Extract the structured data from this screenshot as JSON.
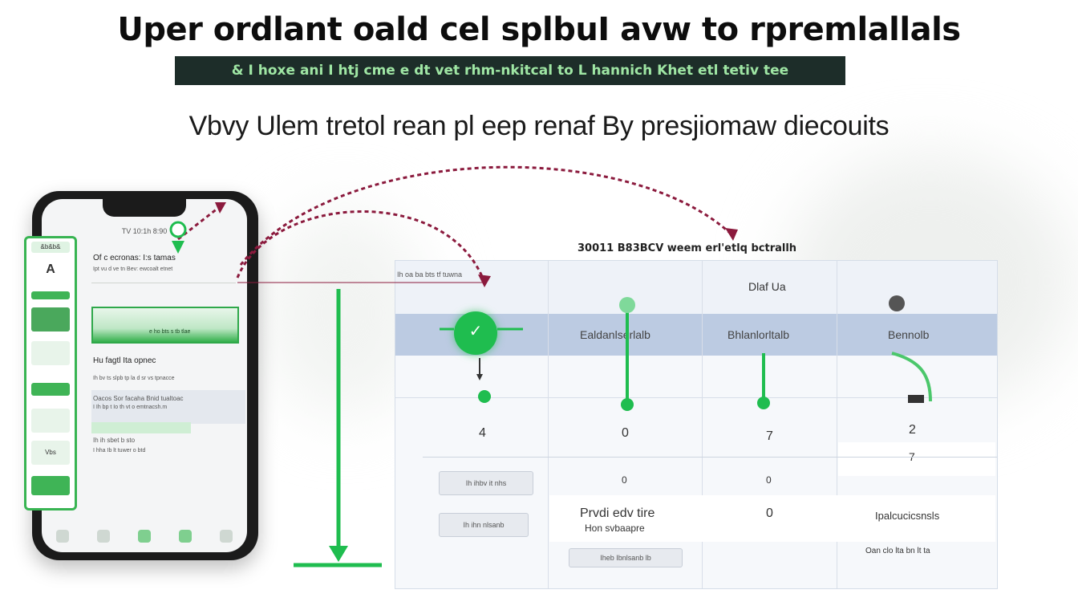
{
  "header": {
    "title": "Uper ordlant oald cel splbuI avw to rpremlallals",
    "subtitle": "& I hoxe ani I htj cme e dt vet rhm-nkitcal to L hannich Khet etl tetiv tee",
    "tagline": "Vbvy Ulem tretol rean pl eep renaf By presjiomaw diecouits"
  },
  "phone": {
    "status": "TV  10:1h  8:90",
    "sidebar_items": [
      "&b&b&",
      "A",
      "",
      "",
      "",
      "",
      "",
      "Vbs",
      ""
    ],
    "rows": [
      {
        "title": "Of c ecronas: I:s tamas",
        "sub": "Ipt vu d ve tn Bev: ewcoalt etnet"
      },
      {
        "title": "Hu fagtl Ita opnec",
        "sub": "Ih bv ts slpb tp la d sr vs tpnacce"
      },
      {
        "title": "Oacos Sor facaha Bnid tualtoac",
        "sub": "I Ih bp t Io th vt o emtnacsh.m"
      },
      {
        "title": "Ih ih sbet b sto",
        "sub": "I hha Ib lt tuwer  o btd"
      }
    ],
    "banner_label": "e ho bts s tb tlae"
  },
  "table": {
    "title": "30011 B83BCV weem erl'etlq bctrallh",
    "hint": "Ih oa ba bts tf tuwna",
    "top_label": "Dlaf Ua",
    "columns": [
      "",
      "Ealdanlserlalb",
      "Bhlanlorltalb",
      "Bennolb"
    ],
    "rows": [
      [
        "4",
        "0",
        "7",
        "2"
      ],
      [
        "",
        "",
        "",
        "7"
      ],
      [
        "",
        "0",
        "0",
        ""
      ],
      [
        "",
        "Prvdi edv tire",
        "0",
        "Ipalcucicsnsls"
      ],
      [
        "",
        "",
        "",
        "Oan clo lta bn lt ta"
      ]
    ],
    "row3_sub": "Hon svbaapre",
    "buttons": [
      "Ih ihbv it nhs",
      "Ih ihn nlsanb",
      "Iheb Ibnlsanb lb"
    ]
  },
  "colors": {
    "accent_green": "#1fbd4f",
    "header_blue": "#bccbe2",
    "arrow_red": "#8b1a3d",
    "subtitle_bg": "#1d2d29"
  }
}
